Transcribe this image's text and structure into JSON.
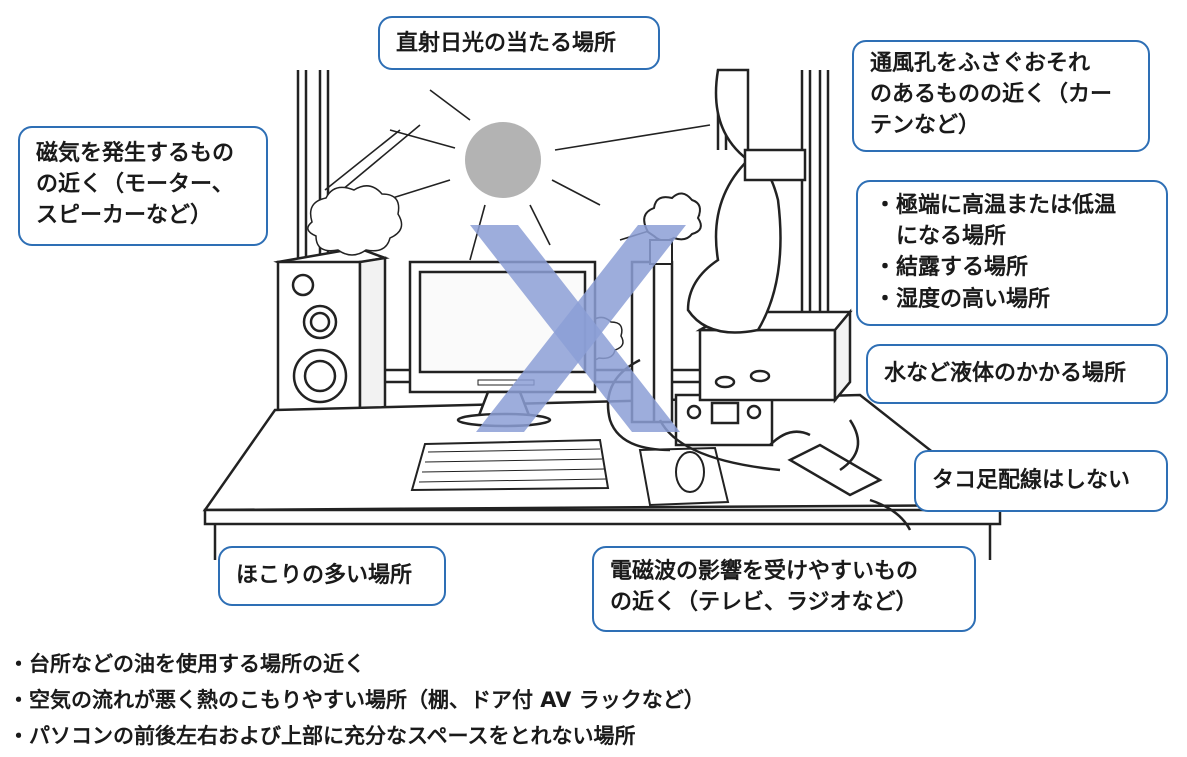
{
  "callouts": {
    "sunlight": "直射日光の当たる場所",
    "curtain": [
      "通風孔をふさぐおそれ",
      "のあるものの近く（カー",
      "テンなど）"
    ],
    "magnetic": [
      "磁気を発生するもの",
      "の近く（モーター、",
      "スピーカーなど）"
    ],
    "temperature": [
      "・極端に高温または低温",
      "　になる場所",
      "・結露する場所",
      "・湿度の高い場所"
    ],
    "liquid": "水など液体のかかる場所",
    "wiring": "タコ足配線はしない",
    "dust": "ほこりの多い場所",
    "electromagnetic": [
      "電磁波の影響を受けやすいもの",
      "の近く（テレビ、ラジオなど）"
    ]
  },
  "bullets": [
    "・台所などの油を使用する場所の近く",
    "・空気の流れが悪く熱のこもりやすい場所（棚、ドア付 AV ラックなど）",
    "・パソコンの前後左右および上部に充分なスペースをとれない場所"
  ],
  "colors": {
    "callout_border": "#2e6fb5",
    "cross": "#8c9fd6",
    "sun": "#b3b3b3",
    "line_art": "#222222"
  }
}
